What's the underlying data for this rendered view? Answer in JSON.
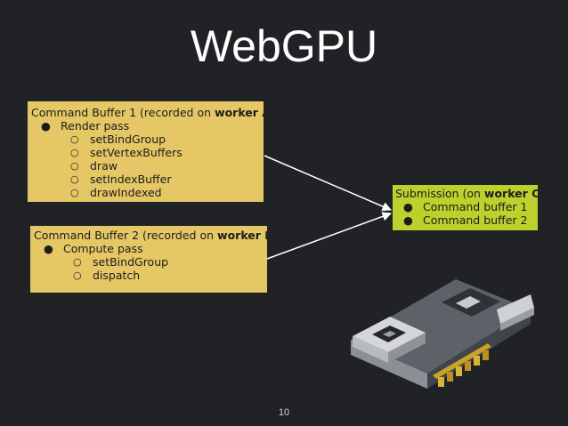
{
  "slide": {
    "title": "WebGPU",
    "page_number": "10"
  },
  "command_buffer_1": {
    "prefix": "Command Buffer 1 (recorded on ",
    "worker": "worker A",
    "suffix": ")",
    "pass": "Render pass",
    "commands": [
      "setBindGroup",
      "setVertexBuffers",
      "draw",
      "setIndexBuffer",
      "drawIndexed"
    ]
  },
  "command_buffer_2": {
    "prefix": "Command Buffer 2 (recorded on ",
    "worker": "worker B",
    "suffix": ")",
    "pass": "Compute pass",
    "commands": [
      "setBindGroup",
      "dispatch"
    ]
  },
  "submission": {
    "prefix": "Submission (on ",
    "worker": "worker C",
    "suffix": ")",
    "items": [
      "Command buffer 1",
      "Command buffer 2"
    ]
  },
  "markers": {
    "bullet": "●",
    "sub_bullet": "○"
  },
  "colors": {
    "background": "#212226",
    "command_buffer_box": "#e5c865",
    "submission_box": "#bdd12d",
    "arrow": "#ffffff"
  },
  "icons": {
    "gpu_illustration": "gpu-card-icon"
  }
}
